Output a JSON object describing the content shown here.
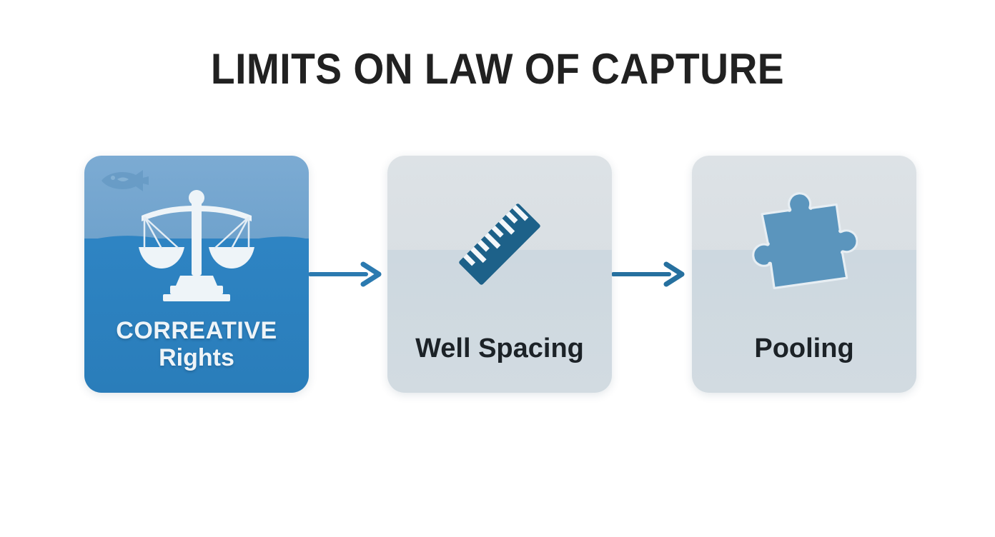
{
  "title": "LIMITS ON LAW OF CAPTURE",
  "colors": {
    "title_text": "#212121",
    "card1_top": "#7cabd3",
    "card1_bottom": "#2e84c3",
    "card1_label_text": "#eef4f8",
    "card_light_top": "#dde2e6",
    "card_light_bottom": "#cdd8e0",
    "card_label_text": "#1c2227",
    "scale_icon": "#eaf1f6",
    "ruler_icon": "#1d6189",
    "puzzle_icon": "#5b95bd",
    "arrow": "#2b7ab0",
    "page_background": "#ffffff"
  },
  "cards": [
    {
      "id": "correative-rights",
      "label_line1": "CORREATIVE",
      "label_line2": "Rights",
      "icon": "balance-scale-icon",
      "decoration": "fish-icon"
    },
    {
      "id": "well-spacing",
      "label": "Well Spacing",
      "icon": "ruler-icon"
    },
    {
      "id": "pooling",
      "label": "Pooling",
      "icon": "puzzle-piece-icon"
    }
  ],
  "connectors": [
    {
      "id": "arrow-1",
      "icon": "arrow-right-icon"
    },
    {
      "id": "arrow-2",
      "icon": "arrow-right-icon"
    }
  ]
}
